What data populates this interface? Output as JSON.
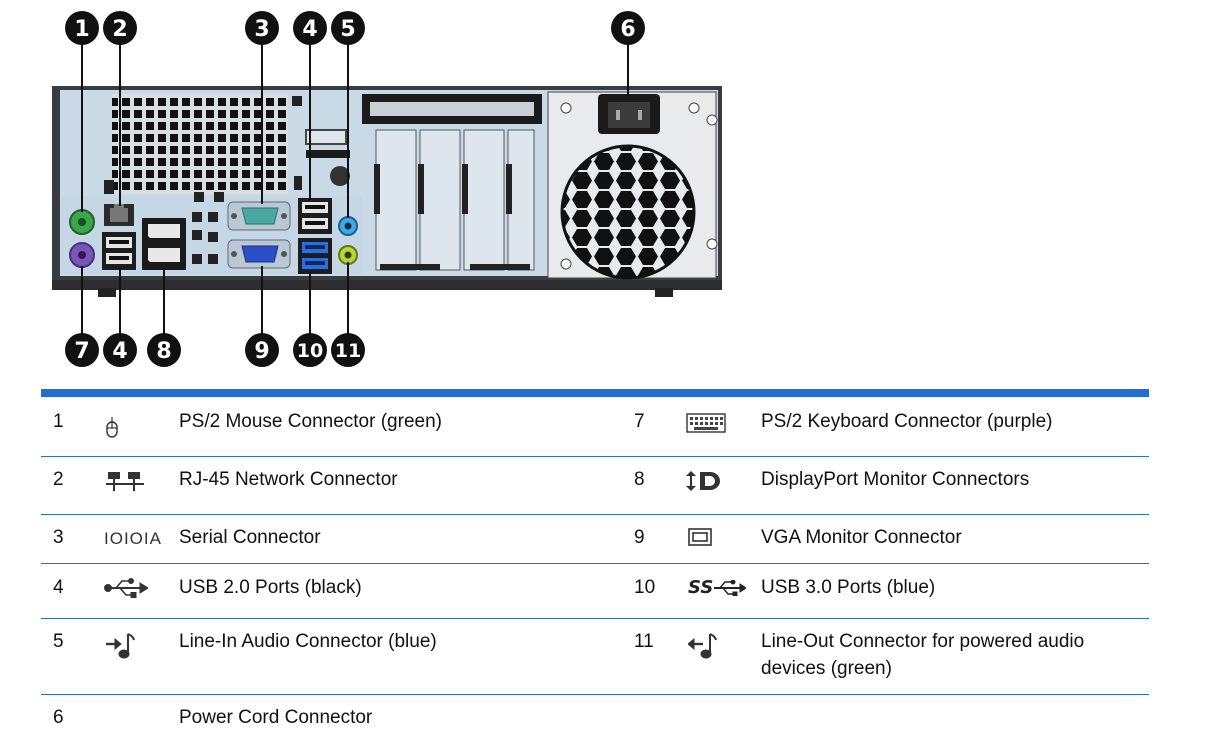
{
  "callouts": {
    "top": [
      "1",
      "2",
      "3",
      "4",
      "5",
      "6"
    ],
    "bottom": [
      "7",
      "4",
      "8",
      "9",
      "10",
      "11"
    ]
  },
  "legend": [
    {
      "left": {
        "num": "1",
        "icon": "mouse-icon",
        "text": "PS/2 Mouse Connector (green)"
      },
      "right": {
        "num": "7",
        "icon": "keyboard-icon",
        "text": "PS/2 Keyboard Connector (purple)"
      }
    },
    {
      "left": {
        "num": "2",
        "icon": "network-icon",
        "text": "RJ-45 Network Connector"
      },
      "right": {
        "num": "8",
        "icon": "displayport-icon",
        "text": "DisplayPort Monitor Connectors"
      }
    },
    {
      "left": {
        "num": "3",
        "icon": "serial-icon",
        "text": "Serial Connector"
      },
      "right": {
        "num": "9",
        "icon": "vga-icon",
        "text": "VGA Monitor Connector"
      }
    },
    {
      "left": {
        "num": "4",
        "icon": "usb-icon",
        "text": "USB 2.0 Ports (black)"
      },
      "right": {
        "num": "10",
        "icon": "usb3-icon",
        "text": "USB 3.0 Ports (blue)"
      }
    },
    {
      "left": {
        "num": "5",
        "icon": "line-in-icon",
        "text": "Line-In Audio Connector (blue)"
      },
      "right": {
        "num": "11",
        "icon": "line-out-icon",
        "text": "Line-Out Connector for powered audio devices (green)"
      }
    },
    {
      "left": {
        "num": "6",
        "icon": "",
        "text": "Power Cord Connector"
      },
      "right": {
        "num": "",
        "icon": "",
        "text": ""
      }
    }
  ],
  "icon_text": {
    "serial": "IOIOIA",
    "usb3": "SS"
  },
  "colors": {
    "accent_blue": "#1f6fd0",
    "ps2_green": "#3aa64a",
    "ps2_purple": "#7a55b8",
    "line_in_blue": "#3fa8e8",
    "line_out_green": "#b8d635",
    "usb3_blue": "#2d6fd6",
    "vga_blue": "#2c4fc9",
    "serial_teal": "#4aa8a0"
  }
}
